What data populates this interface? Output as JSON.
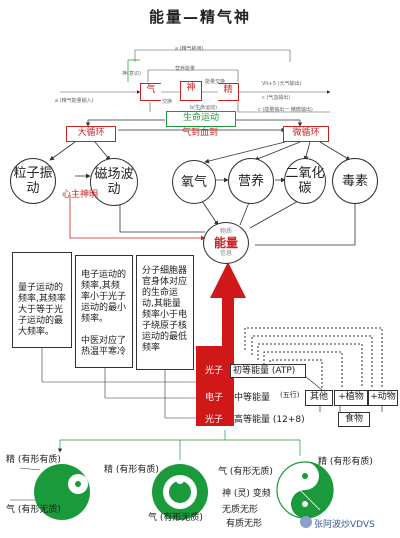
{
  "title": "能量—精气神",
  "top_flow": {
    "box_qi": "气",
    "box_shen": "神",
    "box_jing": "精",
    "mini_labels": [
      "a (精气能量输入)",
      "a (精气耗用)",
      "营养能量",
      "神(意识)",
      "b(生命运动)",
      "能量交换",
      "交换",
      "Vit+5 (元气输出)",
      "c (气血输出)",
      "c (能量输出一 精微输出)"
    ]
  },
  "green_banner": {
    "line1": "生命运动",
    "line2": "气到血到"
  },
  "left_loop": {
    "box": "大循环",
    "node1": "粒子振动",
    "node2": "磁场波动",
    "caption": "心主神明"
  },
  "right_loop": {
    "box": "微循环",
    "node_oxygen": "氧气",
    "node_nutrition": "营养",
    "node_co2": "二氧化碳",
    "node_toxin": "毒素"
  },
  "energy_node": {
    "top": "物质",
    "main": "能量",
    "bottom": "信息"
  },
  "text_boxes": [
    "量子运动的频率,其频率大于等于光子运动的最大频率。",
    "电子运动的频率,其频率小于光子运动的最小频率。\n\n中医对应了热温平寒冷",
    "分子细胞器官身体对应的生命运动,其能量频率小于电子绕原子核运动的最低频率"
  ],
  "levels": {
    "row1": {
      "side": "光子",
      "label": "初等能量 (ATP)"
    },
    "row2": {
      "side": "电子",
      "label": "中等能量",
      "note": "(五行)"
    },
    "row3": {
      "side": "光子",
      "label": "高等能量 (12+8)"
    },
    "other": "其他",
    "plant": "+植物",
    "animal": "+动物",
    "food": "食物"
  },
  "bottom": {
    "c1_top": "精 (有形有质)",
    "c1_bottom": "气 (有形无质)",
    "c2_top": "精 (有形有质)",
    "c2_bottom": "气 (有形无质)",
    "c3_top": "精 (有形有质)",
    "c3_mid": "气 (有形无质)",
    "c3_b1": "神 (灵) 变频",
    "c3_b2": "无质无形",
    "c3_b3": "有质无形"
  },
  "watermark": "张阿波炒VDVS",
  "colors": {
    "red": "#cc2222",
    "green": "#1a9a3a",
    "yinyang": "#1a9a3a"
  }
}
